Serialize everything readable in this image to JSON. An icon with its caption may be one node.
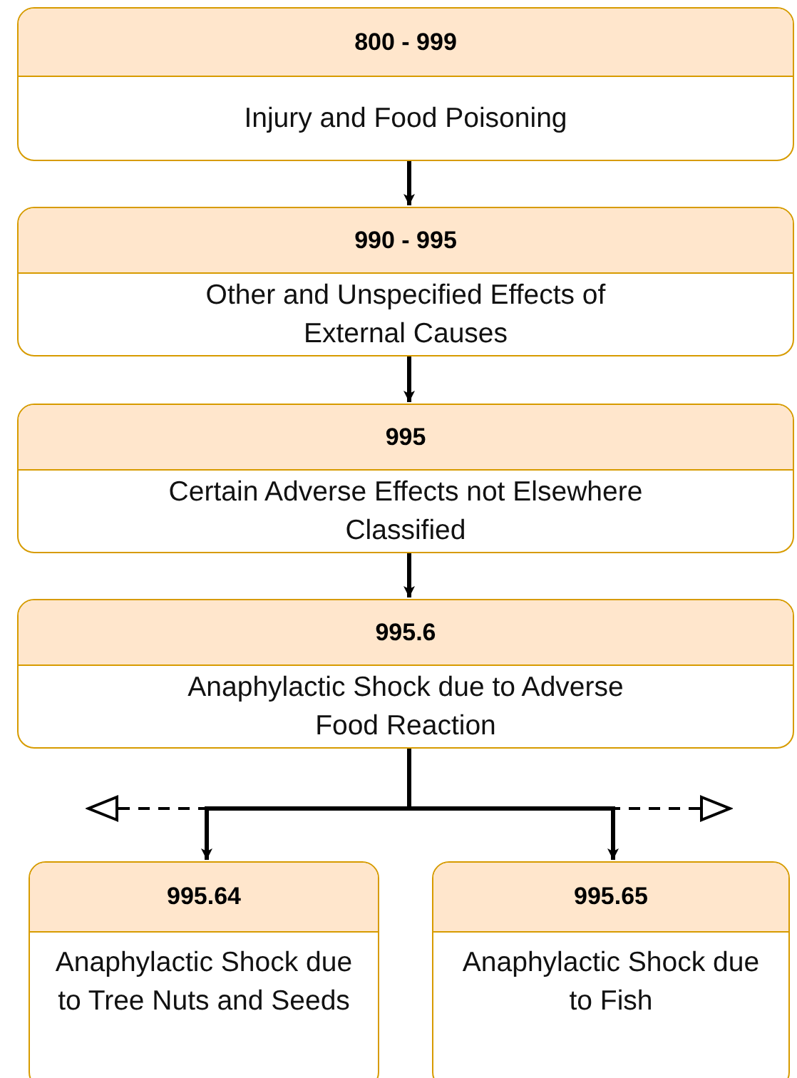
{
  "diagram": {
    "nodes": [
      {
        "text": [
          "800 - 999",
          "Injury and Food Poisoning"
        ]
      },
      {
        "text": [
          "990 - 995",
          "Other and Unspecified Effects of External Causes"
        ]
      },
      {
        "text": [
          "995",
          "Certain Adverse Effects not Elsewhere Classified"
        ]
      },
      {
        "text": [
          "995.6",
          "Anaphylactic Shock due to Adverse Food Reaction"
        ]
      },
      {
        "text": [
          "995.64",
          "Anaphylactic Shock due to Tree Nuts and Seeds"
        ]
      },
      {
        "text": [
          "995.65",
          "Anaphylactic Shock due to Fish"
        ]
      }
    ],
    "edges": [
      {
        "from": 0,
        "to": 1,
        "arrow": "to"
      },
      {
        "from": 1,
        "to": 2,
        "arrow": "to"
      },
      {
        "from": 2,
        "to": 3,
        "arrow": "to"
      },
      {
        "from": 3,
        "to": 4,
        "arrow": "to"
      },
      {
        "from": 3,
        "to": 5,
        "arrow": "to"
      },
      {
        "from": 3,
        "to": null,
        "arrow": "to",
        "style": "dashed"
      },
      {
        "from": 3,
        "to": null,
        "arrow": "to",
        "style": "dashed"
      }
    ]
  }
}
